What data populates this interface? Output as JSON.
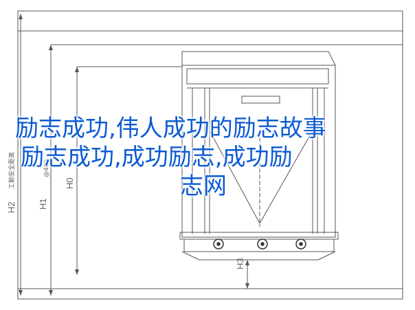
{
  "title": {
    "line1": "励志成功,伟人成功的励志故事",
    "line2": "励志成功,成功励志,成功励",
    "line3": "志网",
    "color": "#0b5bd3"
  },
  "dimensions": {
    "h2": "H2",
    "h1": "H1",
    "h0": "H0",
    "h3": "H3"
  },
  "side_labels": {
    "left_vertical": "工勤安全距离",
    "inner_vertical": "@400"
  },
  "colors": {
    "line": "#555555",
    "background": "#ffffff"
  }
}
